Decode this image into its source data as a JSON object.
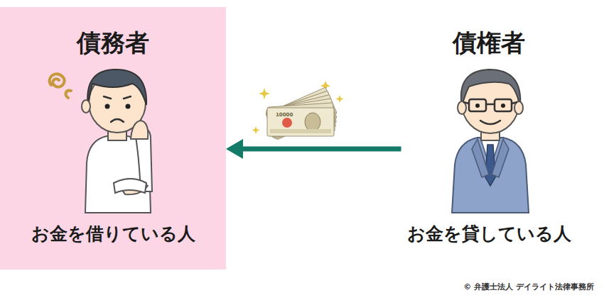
{
  "diagram": {
    "nodes": [
      {
        "text": [
          "債務者",
          "お金を借りている人"
        ]
      },
      {
        "text": [
          "債権者",
          "お金を貸している人"
        ]
      }
    ],
    "edges": [
      {
        "from": 1,
        "to": 0,
        "arrow": "to"
      }
    ],
    "labels": [
      "10000",
      "© 弁護士法人 デイライト法律事務所"
    ]
  }
}
